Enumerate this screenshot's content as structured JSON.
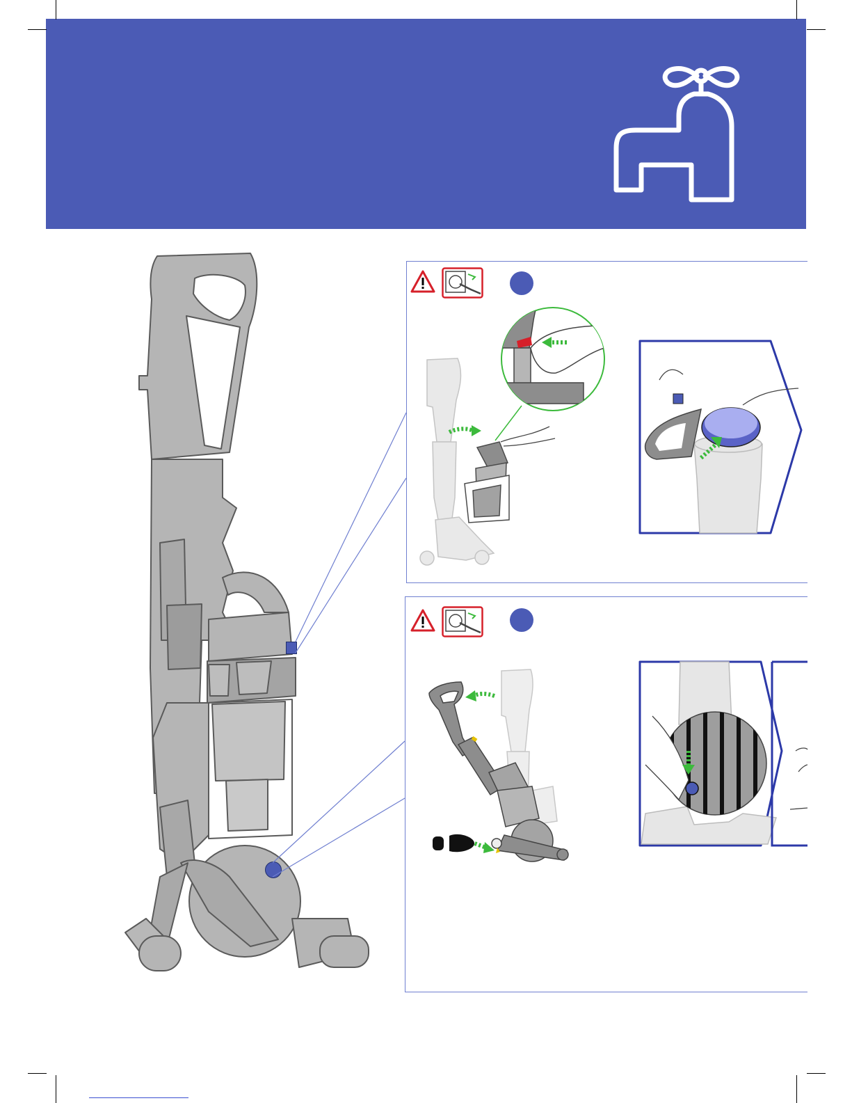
{
  "header": {
    "background_color": "#4b5bb5",
    "icon": "water-tap-icon"
  },
  "main_figure": {
    "icon": "upright-vacuum-cleaner-illustration",
    "markers": [
      "cyclone-release-marker",
      "ball-airway-marker"
    ]
  },
  "steps": [
    {
      "warning_icons": [
        "warning-triangle-icon",
        "unplug-icon"
      ],
      "illustrations": [
        "remove-cyclone-illustration",
        "release-catch-zoom-illustration",
        "remove-filter-inset-illustration"
      ]
    },
    {
      "warning_icons": [
        "warning-triangle-icon",
        "unplug-icon"
      ],
      "illustrations": [
        "recline-machine-illustration",
        "ball-filter-inset-illustration",
        "next-inset-illustration"
      ]
    }
  ],
  "colors": {
    "accent": "#4b5bb5",
    "arrow": "#3cba3c",
    "warning": "#d6202a",
    "machine_grey": "#b5b5b5"
  },
  "footer": {
    "link_text": ""
  }
}
